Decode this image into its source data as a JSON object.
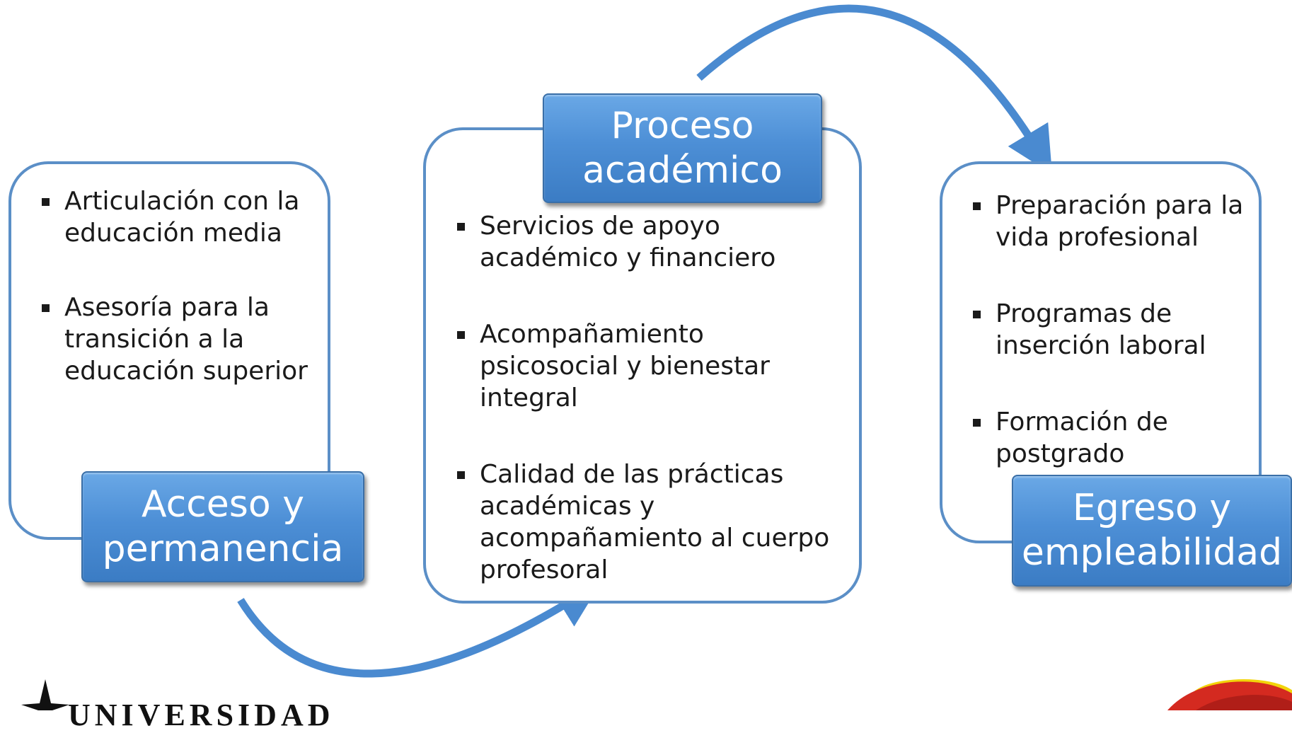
{
  "stages": [
    {
      "title": "Acceso y permanencia",
      "items": [
        "Articulación con la educación media",
        "Asesoría para la transición a la educación superior"
      ]
    },
    {
      "title": "Proceso académico",
      "items": [
        "Servicios de apoyo académico y financiero",
        "Acompañamiento psicosocial y bienestar integral",
        "Calidad de las prácticas académicas y acompañamiento al cuerpo profesoral"
      ]
    },
    {
      "title": "Egreso y empleabilidad",
      "items": [
        "Preparación para la vida profesional",
        "Programas de inserción laboral",
        "Formación de postgrado"
      ]
    }
  ],
  "logo": {
    "text": "UNIVERSIDAD"
  },
  "colors": {
    "accent": "#4a8ad0",
    "panel_border": "#5b8fc7",
    "box_top": "#6aa8e6",
    "box_bottom": "#3b7cc4",
    "text": "#1a1a1a"
  }
}
